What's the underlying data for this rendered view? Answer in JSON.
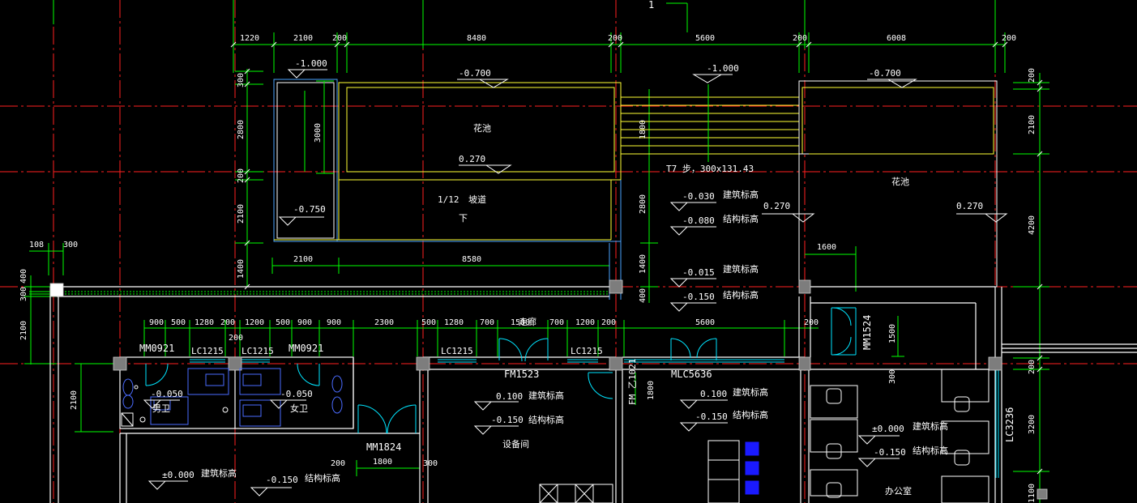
{
  "colors": {
    "background": "#000000",
    "axis": "#ff2020",
    "dimension": "#00ff00",
    "wall": "#ffffff",
    "planter": "#ffff33",
    "door": "#00e5ff",
    "column": "#808080",
    "furniture": "#1a1aff"
  },
  "top_dims": [
    "1220",
    "2100",
    "200",
    "8480",
    "200",
    "5600",
    "200",
    "6008",
    "200"
  ],
  "left_dims": [
    "300",
    "2800",
    "200",
    "2100",
    "1400"
  ],
  "left_lower_dims": [
    "108",
    "300",
    "300",
    "400",
    "2100",
    "2100"
  ],
  "right_dims": [
    "200",
    "2100",
    "4200",
    "200",
    "3200",
    "1100"
  ],
  "mid_dims": [
    "1800",
    "2800",
    "1400",
    "400",
    "3000"
  ],
  "ramp_dims": [
    "2100",
    "8580",
    "1600"
  ],
  "row_dims": [
    "900",
    "500",
    "1280",
    "200",
    "1200",
    "500",
    "900",
    "900",
    "2300",
    "500",
    "1280",
    "700",
    "1500",
    "700",
    "1200",
    "200",
    "5600",
    "200",
    "1500",
    "200",
    "1800",
    "300",
    "1800",
    "300"
  ],
  "garden": {
    "left": "花池",
    "right": "花池"
  },
  "ramp": {
    "slope": "1/12",
    "name": "坡道",
    "dir": "下"
  },
  "stair": {
    "label": "T7 步，300x131.43"
  },
  "elevations": {
    "e_m1000_a": "-1.000",
    "e_m0700_a": "-0.700",
    "e_m1000_b": "-1.000",
    "e_m0700_b": "-0.700",
    "e_0270_a": "0.270",
    "e_0270_b": "0.270",
    "e_0270_c": "0.270",
    "e_m0750": "-0.750",
    "e_m0030": "-0.030",
    "e_m0080": "-0.080",
    "e_m0015": "-0.015",
    "e_m0150_a": "-0.150",
    "e_m0050_a": "-0.050",
    "e_m0050_b": "-0.050",
    "e_0100_a": "0.100",
    "e_m0150_b": "-0.150",
    "e_0100_b": "0.100",
    "e_m0150_c": "-0.150",
    "e_0000_a": "±0.000",
    "e_m0150_d": "-0.150",
    "e_0000_b": "±0.000",
    "e_m0150_e": "-0.150"
  },
  "elev_notes": {
    "arch": "建筑标高",
    "struct": "结构标高"
  },
  "door_tags": {
    "mm0921_a": "MM0921",
    "lc1215_a": "LC1215",
    "lc1215_b": "LC1215",
    "mm0921_b": "MM0921",
    "lc1215_c": "LC1215",
    "lc1215_d": "LC1215",
    "fm1523": "FM1523",
    "mlc5636": "MLC5636",
    "fm_v": "FM 乙1021",
    "mm1524": "MM1524",
    "mm1824": "MM1824",
    "lc3236": "LC3236",
    "corridor": "走廊"
  },
  "rooms": {
    "male_wc": "男卫",
    "female_wc": "女卫",
    "equip": "设备间",
    "office": "办公室"
  },
  "misc": {
    "top_mark": "1"
  }
}
